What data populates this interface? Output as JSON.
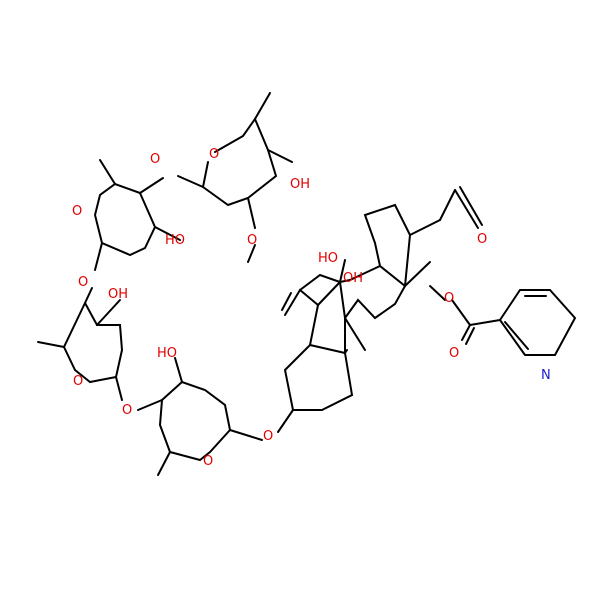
{
  "colors": {
    "bond": "#000000",
    "oxygen": "#e00000",
    "nitrogen": "#1b1bd6",
    "background": "#ffffff"
  },
  "labels": {
    "o_ring_top": "O",
    "o_ring_mid": "O",
    "o_ring_lower": "O",
    "o_ring_bottom": "O",
    "o_link_1": "O",
    "o_link_2": "O",
    "o_link_3": "O",
    "o_link_4": "O",
    "o_methoxy": "O",
    "oh_top_ring": "OH",
    "oh_mid_ring": "HO",
    "oh_lower_ring": "OH",
    "oh_bottom_ring": "HO",
    "oh_steroid_c8": "HO",
    "oh_steroid_c14": "OH",
    "o_ketone": "O",
    "o_ester": "O",
    "o_carbonyl": "O",
    "n_pyridine": "N"
  }
}
